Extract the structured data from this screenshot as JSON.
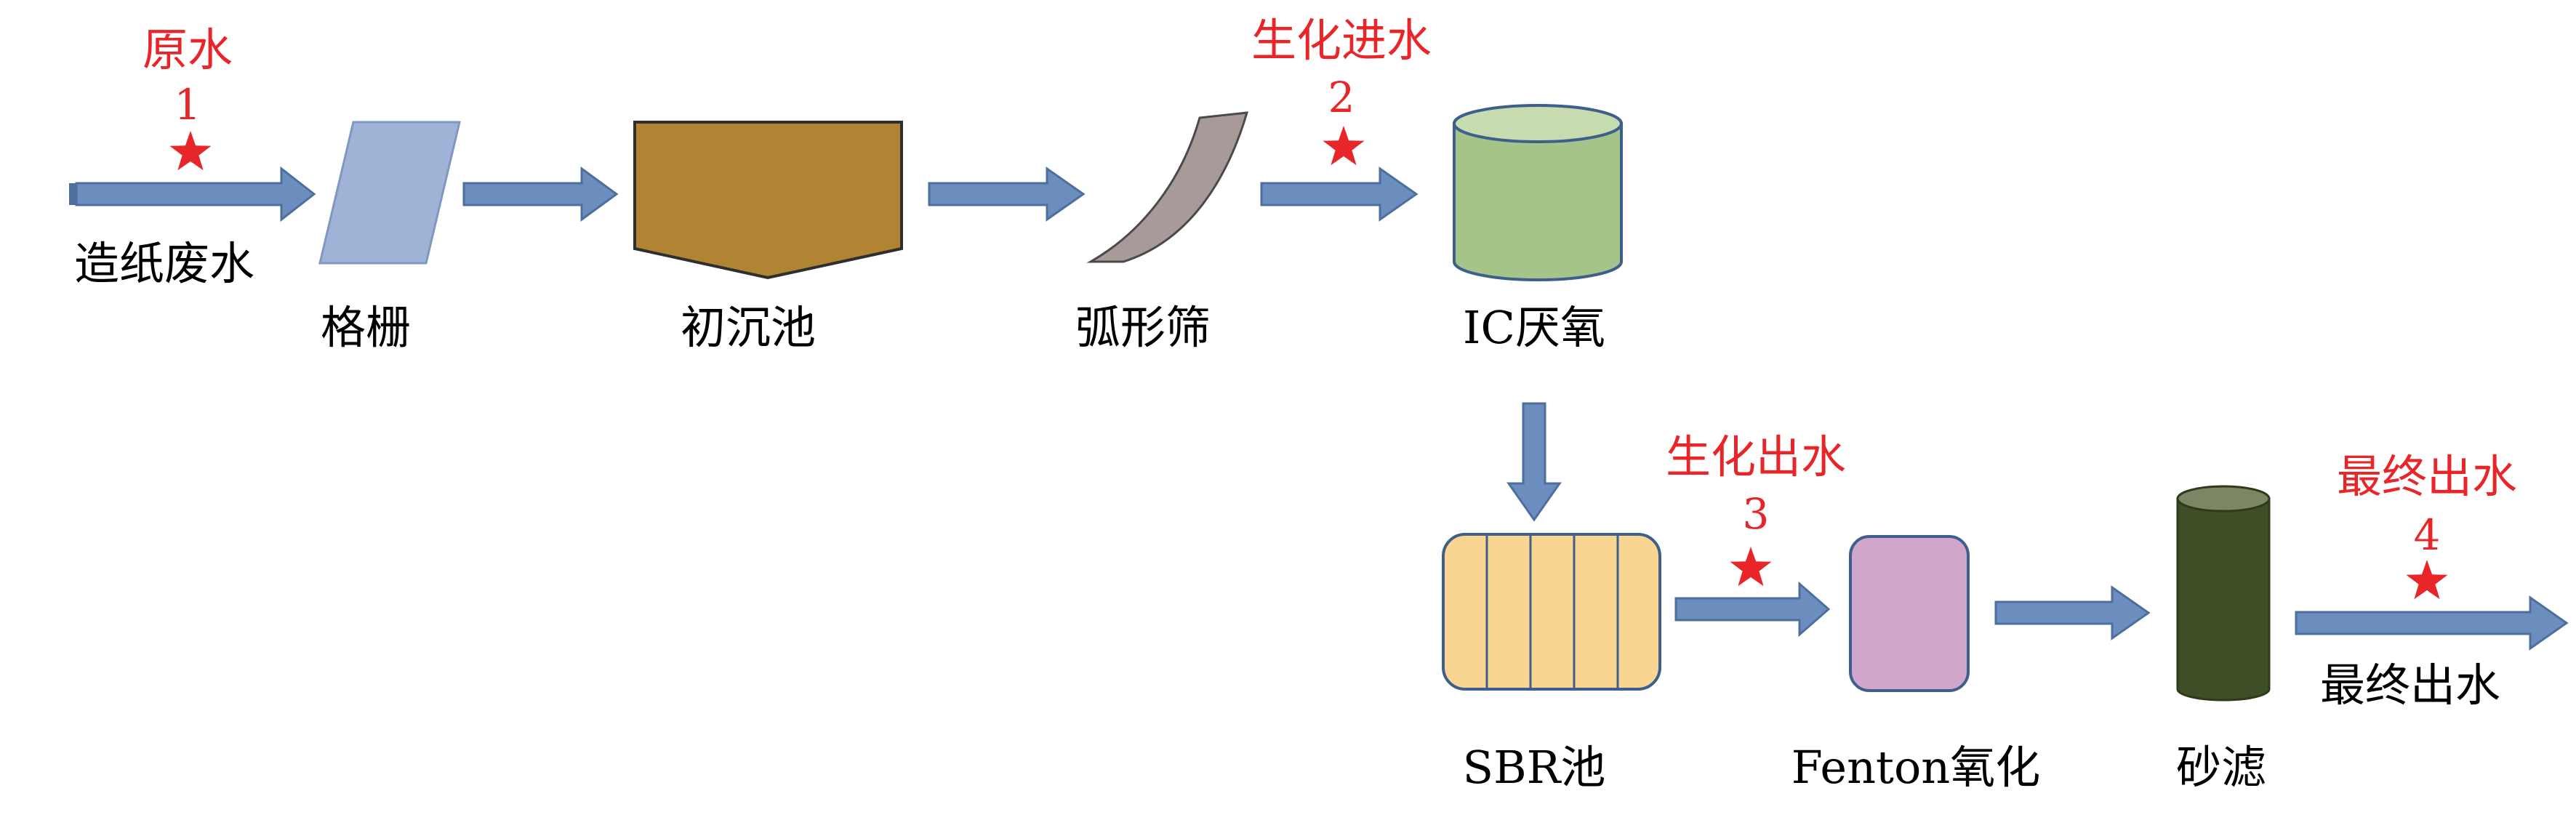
{
  "colors": {
    "arrow": "#6c8ebf",
    "arrow_stroke": "#4d6f9e",
    "star": "#e8262a",
    "sample_text": "#e8262a",
    "label_text": "#000000",
    "grille": "#9eb3d6",
    "primary_clarifier": "#b08433",
    "arc_screen": "#a89a99",
    "ic_body": "#a4c48a",
    "ic_top": "#c6dcae",
    "sbr": "#f8d590",
    "fenton": "#d2a6cc",
    "sand_body": "#3e4e26",
    "sand_top": "#7c8564",
    "outline": "#3e5f8c"
  },
  "units": {
    "wastewater": "造纸废水",
    "grille": "格栅",
    "primary_clarifier": "初沉池",
    "arc_screen": "弧形筛",
    "ic_anaerobic": "IC厌氧",
    "sbr": "SBR池",
    "fenton": "Fenton氧化",
    "sand_filter": "砂滤",
    "final_effluent": "最终出水"
  },
  "sampling_points": [
    {
      "label": "原水",
      "number": "1"
    },
    {
      "label": "生化进水",
      "number": "2"
    },
    {
      "label": "生化出水",
      "number": "3"
    },
    {
      "label": "最终出水",
      "number": "4"
    }
  ]
}
